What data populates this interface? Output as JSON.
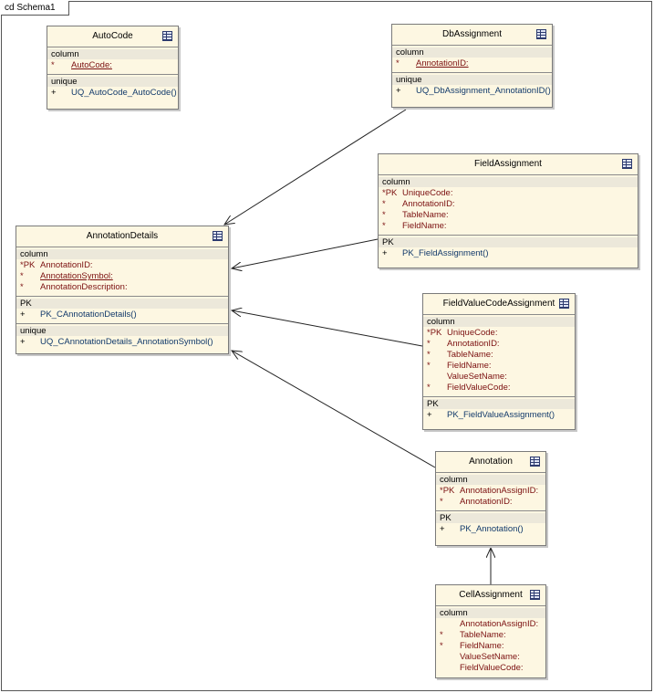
{
  "frame": {
    "label": "cd Schema1"
  },
  "tables": {
    "autocode": {
      "name": "AutoCode",
      "sections": [
        {
          "title": "column",
          "rows": [
            {
              "marker": "*",
              "text": "AutoCode:",
              "underline": true
            }
          ]
        },
        {
          "title": "unique",
          "rows": [
            {
              "marker": "+",
              "text": "UQ_AutoCode_AutoCode()",
              "op": true
            }
          ]
        }
      ]
    },
    "dbassignment": {
      "name": "DbAssignment",
      "sections": [
        {
          "title": "column",
          "rows": [
            {
              "marker": "*",
              "text": "AnnotationID:",
              "underline": true
            }
          ]
        },
        {
          "title": "unique",
          "rows": [
            {
              "marker": "+",
              "text": "UQ_DbAssignment_AnnotationID()",
              "op": true
            }
          ]
        }
      ]
    },
    "fieldassignment": {
      "name": "FieldAssignment",
      "sections": [
        {
          "title": "column",
          "rows": [
            {
              "marker": "*PK",
              "text": "UniqueCode:"
            },
            {
              "marker": "*",
              "text": "AnnotationID:"
            },
            {
              "marker": "*",
              "text": "TableName:"
            },
            {
              "marker": "*",
              "text": "FieldName:"
            }
          ]
        },
        {
          "title": "PK",
          "rows": [
            {
              "marker": "+",
              "text": "PK_FieldAssignment()",
              "op": true
            }
          ]
        }
      ]
    },
    "annotationdetails": {
      "name": "AnnotationDetails",
      "sections": [
        {
          "title": "column",
          "rows": [
            {
              "marker": "*PK",
              "text": "AnnotationID:"
            },
            {
              "marker": "*",
              "text": "AnnotationSymbol:",
              "underline": true
            },
            {
              "marker": "*",
              "text": "AnnotationDescription:"
            }
          ]
        },
        {
          "title": "PK",
          "rows": [
            {
              "marker": "+",
              "text": "PK_CAnnotationDetails()",
              "op": true
            }
          ]
        },
        {
          "title": "unique",
          "rows": [
            {
              "marker": "+",
              "text": "UQ_CAnnotationDetails_AnnotationSymbol()",
              "op": true
            }
          ]
        }
      ]
    },
    "fieldvaluecodeassignment": {
      "name": "FieldValueCodeAssignment",
      "sections": [
        {
          "title": "column",
          "rows": [
            {
              "marker": "*PK",
              "text": "UniqueCode:"
            },
            {
              "marker": "*",
              "text": "AnnotationID:"
            },
            {
              "marker": "*",
              "text": "TableName:"
            },
            {
              "marker": "*",
              "text": "FieldName:"
            },
            {
              "marker": "",
              "text": "ValueSetName:"
            },
            {
              "marker": "*",
              "text": "FieldValueCode:"
            }
          ]
        },
        {
          "title": "PK",
          "rows": [
            {
              "marker": "+",
              "text": "PK_FieldValueAssignment()",
              "op": true
            }
          ]
        }
      ]
    },
    "annotation": {
      "name": "Annotation",
      "sections": [
        {
          "title": "column",
          "rows": [
            {
              "marker": "*PK",
              "text": "AnnotationAssignID:"
            },
            {
              "marker": "*",
              "text": "AnnotationID:"
            }
          ]
        },
        {
          "title": "PK",
          "rows": [
            {
              "marker": "+",
              "text": "PK_Annotation()",
              "op": true
            }
          ]
        }
      ]
    },
    "cellassignment": {
      "name": "CellAssignment",
      "sections": [
        {
          "title": "column",
          "rows": [
            {
              "marker": "",
              "text": "AnnotationAssignID:"
            },
            {
              "marker": "*",
              "text": "TableName:"
            },
            {
              "marker": "*",
              "text": "FieldName:"
            },
            {
              "marker": "",
              "text": "ValueSetName:"
            },
            {
              "marker": "",
              "text": "FieldValueCode:"
            }
          ]
        }
      ]
    }
  }
}
